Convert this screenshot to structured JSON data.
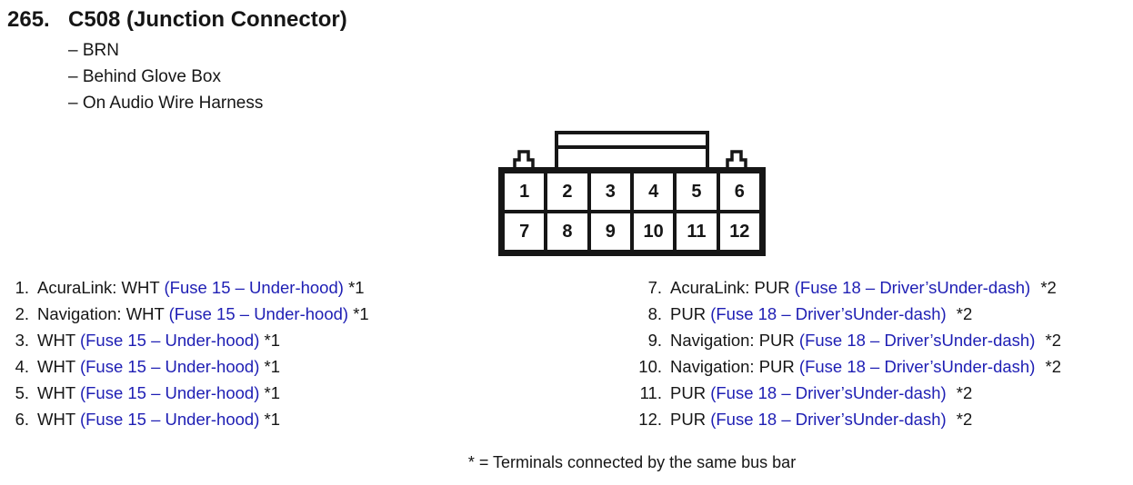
{
  "header": {
    "number": "265.",
    "title": "C508 (Junction Connector)",
    "details": [
      "– BRN",
      "– Behind Glove Box",
      "– On Audio Wire Harness"
    ]
  },
  "connector": {
    "pins": [
      "1",
      "2",
      "3",
      "4",
      "5",
      "6",
      "7",
      "8",
      "9",
      "10",
      "11",
      "12"
    ]
  },
  "lists": {
    "left": [
      {
        "num": "1.",
        "label": "AcuraLink: WHT",
        "fuse": "(Fuse 15 – Under-hood)",
        "note": "*1"
      },
      {
        "num": "2.",
        "label": "Navigation: WHT",
        "fuse": "(Fuse 15 – Under-hood)",
        "note": "*1"
      },
      {
        "num": "3.",
        "label": "WHT",
        "fuse": "(Fuse 15 – Under-hood)",
        "note": "*1"
      },
      {
        "num": "4.",
        "label": "WHT",
        "fuse": "(Fuse 15 – Under-hood)",
        "note": "*1"
      },
      {
        "num": "5.",
        "label": "WHT",
        "fuse": "(Fuse 15 – Under-hood)",
        "note": "*1"
      },
      {
        "num": "6.",
        "label": "WHT",
        "fuse": "(Fuse 15 – Under-hood)",
        "note": "*1"
      }
    ],
    "right": [
      {
        "num": "7.",
        "label": "AcuraLink: PUR",
        "fuse": "(Fuse 18 – Driver’sUnder-dash)",
        "note": "*2"
      },
      {
        "num": "8.",
        "label": "PUR",
        "fuse": "(Fuse 18 – Driver’sUnder-dash)",
        "note": "*2"
      },
      {
        "num": "9.",
        "label": "Navigation: PUR",
        "fuse": "(Fuse 18 – Driver’sUnder-dash)",
        "note": "*2"
      },
      {
        "num": "10.",
        "label": "Navigation: PUR",
        "fuse": "(Fuse 18 – Driver’sUnder-dash)",
        "note": "*2"
      },
      {
        "num": "11.",
        "label": "PUR",
        "fuse": "(Fuse 18 – Driver’sUnder-dash)",
        "note": "*2"
      },
      {
        "num": "12.",
        "label": "PUR",
        "fuse": "(Fuse 18 – Driver’sUnder-dash)",
        "note": "*2"
      }
    ]
  },
  "footnote": "* = Terminals connected by the same bus bar",
  "colors": {
    "ink": "#161616",
    "link_blue": "#1e1eb4"
  }
}
